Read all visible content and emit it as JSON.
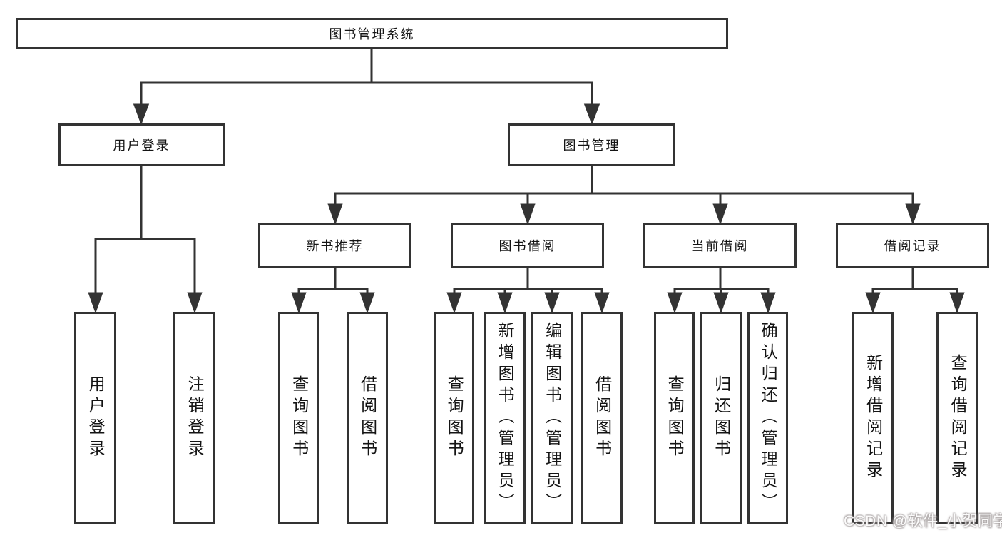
{
  "tree": {
    "label": "图书管理系统",
    "children": [
      {
        "label": "用户登录",
        "children": [
          {
            "label": "用户登录"
          },
          {
            "label": "注销登录"
          }
        ]
      },
      {
        "label": "图书管理",
        "children": [
          {
            "label": "新书推荐",
            "children": [
              {
                "label": "查询图书"
              },
              {
                "label": "借阅图书"
              }
            ]
          },
          {
            "label": "图书借阅",
            "children": [
              {
                "label": "查询图书"
              },
              {
                "label": "新增图书（管理员）"
              },
              {
                "label": "编辑图书（管理员）"
              },
              {
                "label": "借阅图书"
              }
            ]
          },
          {
            "label": "当前借阅",
            "children": [
              {
                "label": "查询图书"
              },
              {
                "label": "归还图书"
              },
              {
                "label": "确认归还（管理员）"
              }
            ]
          },
          {
            "label": "借阅记录",
            "children": [
              {
                "label": "新增借阅记录"
              },
              {
                "label": "查询借阅记录"
              }
            ]
          }
        ]
      }
    ]
  },
  "watermark": {
    "text": "CSDN @软件_小贺同学"
  },
  "colors": {
    "line": "#333333",
    "border": "#333333",
    "text": "#141414",
    "background": "#ffffff",
    "watermark_fill": "#ffffff",
    "watermark_halo": "#968f8f"
  }
}
